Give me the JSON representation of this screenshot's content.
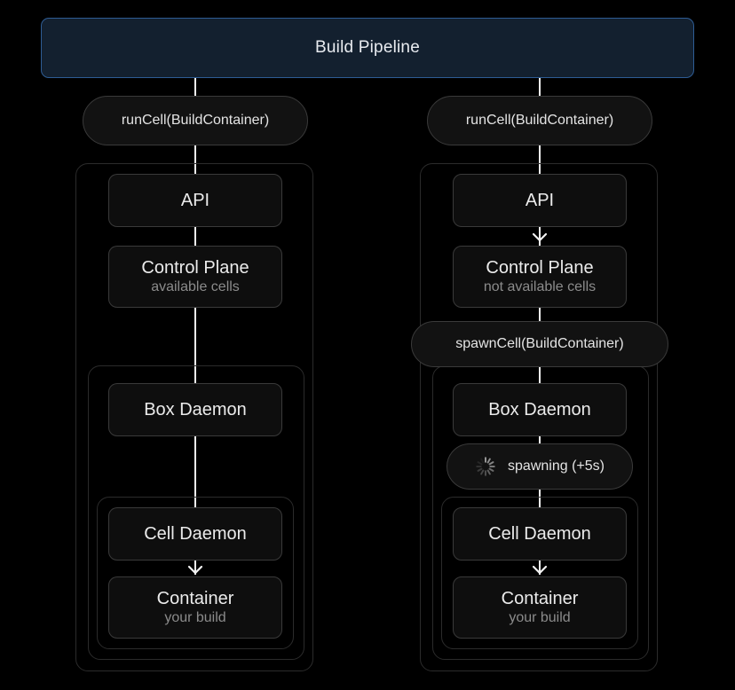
{
  "header": {
    "title": "Build Pipeline"
  },
  "columns": [
    {
      "name": "cell-available-flow",
      "call_pill": "runCell(BuildContainer)",
      "api": "API",
      "control_plane": "Control Plane",
      "control_plane_sub": "available cells",
      "box_daemon": "Box Daemon",
      "cell_daemon": "Cell Daemon",
      "container": "Container",
      "container_sub": "your build"
    },
    {
      "name": "cell-spawn-flow",
      "call_pill": "runCell(BuildContainer)",
      "api": "API",
      "control_plane": "Control Plane",
      "control_plane_sub": "not available cells",
      "spawn_pill": "spawnCell(BuildContainer)",
      "box_daemon": "Box Daemon",
      "spawning_pill": "spawning (+5s)",
      "cell_daemon": "Cell Daemon",
      "container": "Container",
      "container_sub": "your build"
    }
  ],
  "colors": {
    "background": "#000000",
    "header_bg": "#13202f",
    "header_border": "#2e5c94",
    "node_bg": "#0e0e0e",
    "node_border": "#3a3a3a",
    "group_border": "#2b2b2b",
    "connector_line": "#f2f2f2",
    "text_primary": "#ebebeb",
    "text_secondary": "#8b8b8b",
    "spinner": "#9a9a9a"
  }
}
